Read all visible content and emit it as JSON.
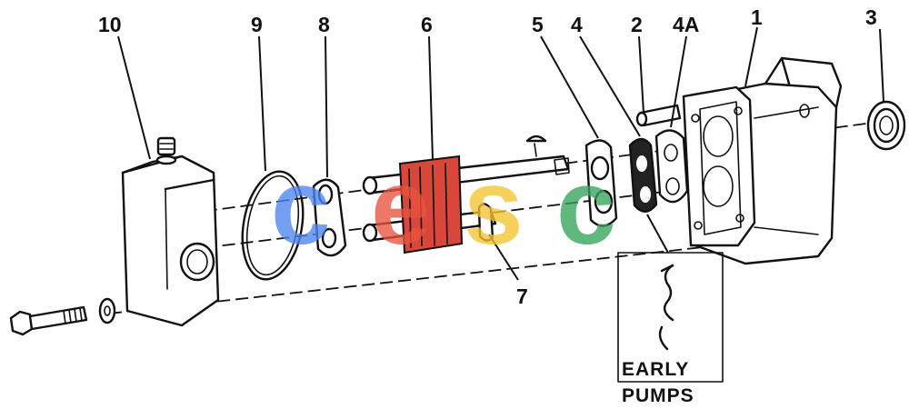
{
  "diagram": {
    "callouts": {
      "c10": "10",
      "c9": "9",
      "c8": "8",
      "c6": "6",
      "c5": "5",
      "c4": "4",
      "c2": "2",
      "c4a": "4A",
      "c1": "1",
      "c3": "3",
      "c7": "7"
    },
    "inset": {
      "line1": "EARLY",
      "line2": "PUMPS"
    }
  },
  "watermark": {
    "letters": [
      "c",
      "e",
      "s",
      "c"
    ],
    "colors": [
      "#4d86f0",
      "#e8533e",
      "#f6c531",
      "#34a55a"
    ]
  },
  "colors": {
    "ink": "#111111",
    "gear_highlight": "#d9473b"
  }
}
